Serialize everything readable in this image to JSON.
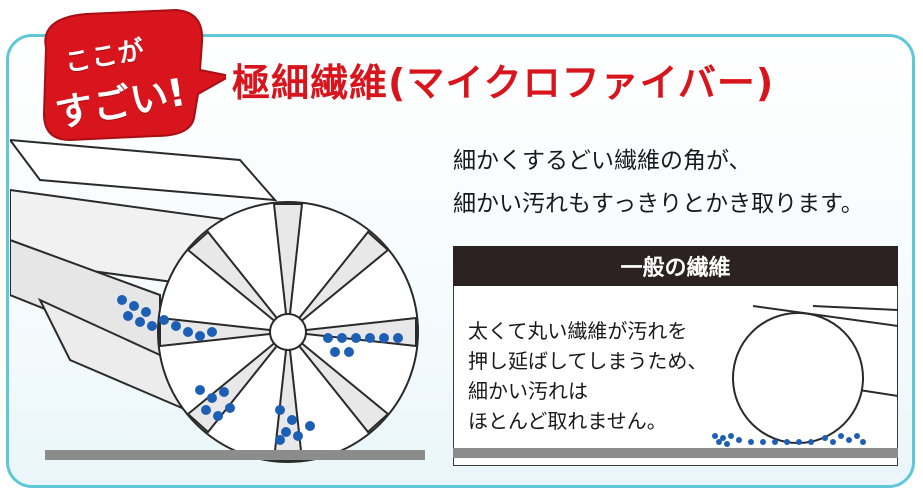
{
  "badge": {
    "line1": "ここが",
    "line2": "すごい!",
    "color": "#d8141c"
  },
  "headline": "極細繊維(マイクロファイバー)",
  "description": {
    "lines": [
      "細かくするどい繊維の角が、",
      "細かい汚れもすっきりとかき取ります。"
    ]
  },
  "general_fiber": {
    "title": "一般の繊維",
    "lines": [
      "太くて丸い繊維が汚れを",
      "押し延ばしてしまうため、",
      "細かい汚れは",
      "ほとんど取れません。"
    ]
  },
  "colors": {
    "accent": "#d8141c",
    "frame": "#5fc8d8",
    "dirt": "#1d5fb4",
    "ground": "#8c8c8c",
    "header": "#2b2221"
  }
}
